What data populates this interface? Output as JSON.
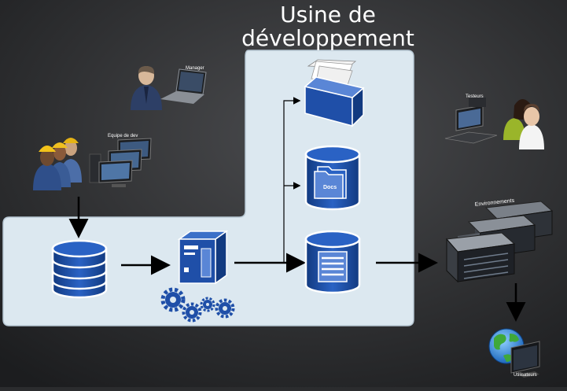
{
  "title": {
    "line1": "Usine de",
    "line2": "développement"
  },
  "labels": {
    "manager": "Manager",
    "dev_team": "Equipe de dev",
    "testers": "Testeurs",
    "environments": "Environnements",
    "docs": "Docs",
    "users": "Utilisateurs"
  },
  "colors": {
    "background": "#2b2c2e",
    "panel": "#dce8f0",
    "icon_blue": "#1f4fa8",
    "icon_dark": "#123a80",
    "arrow": "#000000"
  }
}
